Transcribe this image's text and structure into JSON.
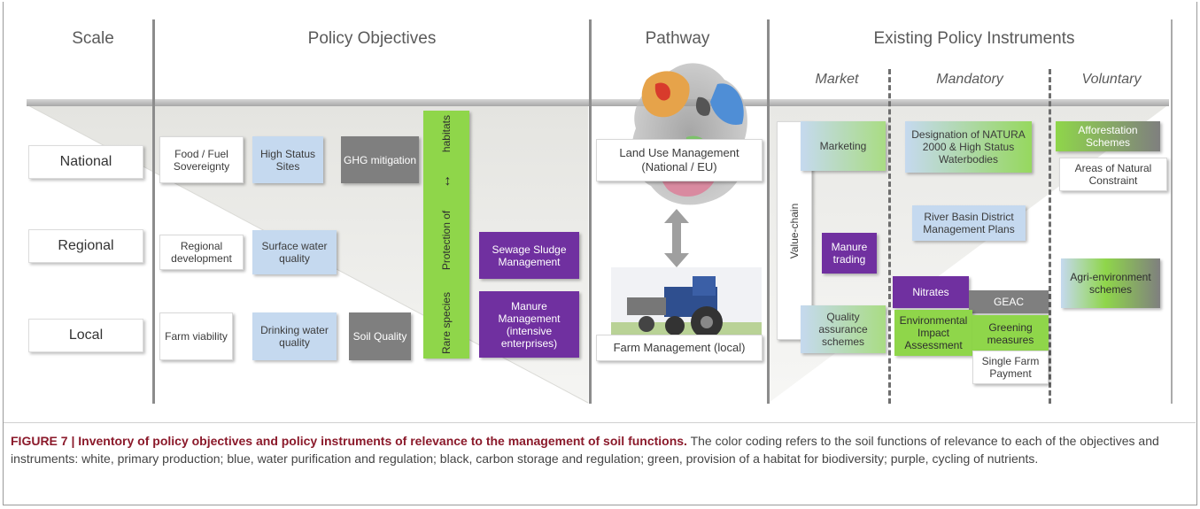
{
  "headers": {
    "scale": "Scale",
    "policy_objectives": "Policy Objectives",
    "pathway": "Pathway",
    "existing_instruments": "Existing Policy Instruments",
    "market": "Market",
    "mandatory": "Mandatory",
    "voluntary": "Voluntary"
  },
  "scales": [
    "National",
    "Regional",
    "Local"
  ],
  "objectives": {
    "food_fuel": "Food / Fuel Sovereignty",
    "high_status": "High Status Sites",
    "ghg": "GHG mitigation",
    "regional_dev": "Regional development",
    "surface_water": "Surface water quality",
    "farm_viability": "Farm viability",
    "drinking_water": "Drinking water quality",
    "soil_quality": "Soil Quality",
    "protection_habitats": "habitats",
    "protection_of": "Protection of",
    "protection_arrow": "↔",
    "rare_species": "Rare species",
    "sewage": "Sewage Sludge Management",
    "manure_mgmt": "Manure Management (intensive enterprises)"
  },
  "pathway": {
    "land_use": "Land Use Management (National / EU)",
    "farm_mgmt": "Farm Management (local)"
  },
  "instruments": {
    "value_chain": "Value-chain",
    "marketing": "Marketing",
    "manure_trading": "Manure trading",
    "quality_assurance": "Quality assurance schemes",
    "natura": "Designation of NATURA 2000 & High Status Waterbodies",
    "river_basin": "River Basin District Management Plans",
    "nitrates": "Nitrates",
    "gaec": "GEAC",
    "eia": "Environmental Impact Assessment",
    "greening": "Greening measures",
    "single_farm": "Single Farm Payment",
    "afforestation": "Afforestation Schemes",
    "natural_constraint": "Areas of Natural Constraint",
    "agri_env": "Agri-environment schemes"
  },
  "caption": {
    "label": "FIGURE 7 | Inventory of policy objectives and policy instruments of relevance to the management of soil functions.",
    "text": " The color coding refers to the soil functions of relevance to each of the objectives and instruments: white, primary production; blue, water purification and regulation; black, carbon storage and regulation; green, provision of a habitat for biodiversity; purple, cycling of nutrients."
  },
  "colors": {
    "white": "#ffffff",
    "blue": "#c5d9ef",
    "black": "#7f7f7f",
    "green": "#8fd64a",
    "purple": "#7030a0"
  }
}
